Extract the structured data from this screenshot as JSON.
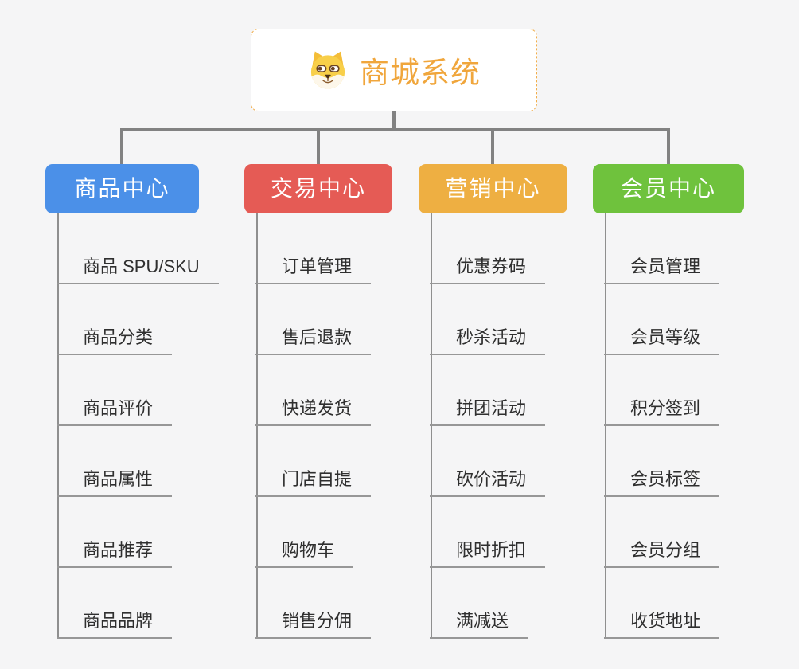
{
  "root": {
    "title": "商城系统",
    "icon": "dog-face-icon",
    "title_color": "#f0a63c",
    "border_color": "#f1ad4a",
    "background": "#ffffff"
  },
  "canvas": {
    "background_color": "#f5f5f6",
    "connector_color": "#828282",
    "leaf_line_color": "#979797",
    "leaf_text_color": "#2f2f2f"
  },
  "branches": [
    {
      "label": "商品中心",
      "color": "#4b90e8",
      "children": [
        "商品 SPU/SKU",
        "商品分类",
        "商品评价",
        "商品属性",
        "商品推荐",
        "商品品牌"
      ]
    },
    {
      "label": "交易中心",
      "color": "#e55b55",
      "children": [
        "订单管理",
        "售后退款",
        "快递发货",
        "门店自提",
        "购物车",
        "销售分佣"
      ]
    },
    {
      "label": "营销中心",
      "color": "#eeaf42",
      "children": [
        "优惠券码",
        "秒杀活动",
        "拼团活动",
        "砍价活动",
        "限时折扣",
        "满减送"
      ]
    },
    {
      "label": "会员中心",
      "color": "#6fc23d",
      "children": [
        "会员管理",
        "会员等级",
        "积分签到",
        "会员标签",
        "会员分组",
        "收货地址"
      ]
    }
  ]
}
